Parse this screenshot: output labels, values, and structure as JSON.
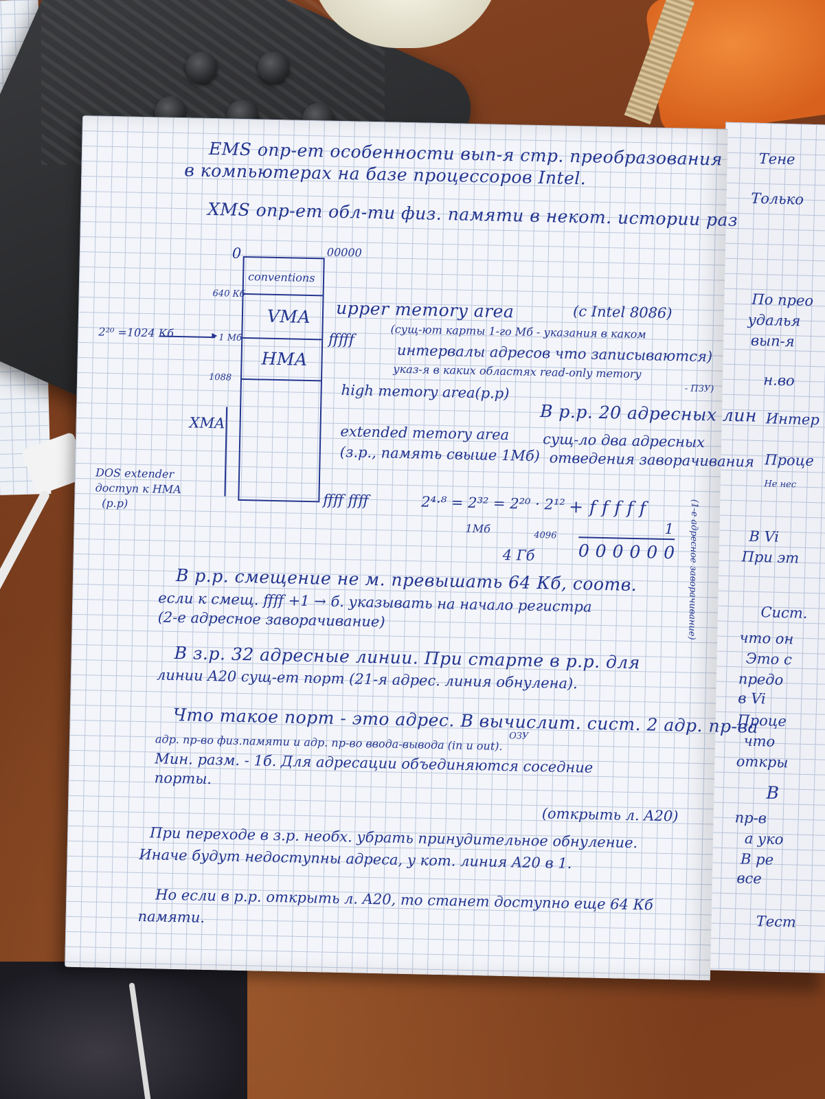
{
  "right_page": {
    "lines": [
      "Тене",
      "Только",
      "По прео",
      "удалья",
      "вып-я",
      "н.во",
      "Интер",
      "Проце",
      "Не нес",
      "В Vi",
      "При эт",
      "Сист.",
      "что он",
      "Это с",
      "предо",
      "в Vi",
      "Проце",
      "что",
      "откры",
      "В",
      "пр-в",
      "а уко",
      "В ре",
      "все",
      "Тест"
    ]
  },
  "notes": {
    "ems_line1": "EMS опр-ет особенности вып-я стр. преобразования",
    "ems_line2": "в компьютерах на базе процессоров Intel.",
    "xms_line": "XMS опр-ет обл-ти физ. памяти в некот. истории раз"
  },
  "memory_map": {
    "top_left": "0",
    "top_right": "00000",
    "regions": [
      "conventions",
      "VMA",
      "HMA"
    ],
    "addr_640": "640 Кб",
    "addr_1mb": "1 Мб",
    "addr_1088": "1088",
    "addr_fffff": "fffff",
    "addr_end": "ffff ffff",
    "left_formula": "2²⁰ =1024 Кб",
    "xma_label": "XMA",
    "dos_line1": "DOS extender",
    "dos_line2": "доступ к HMA",
    "dos_line3": "(р.р)"
  },
  "annotations": {
    "upper_memory": "upper memory area",
    "intel": "(с Intel 8086)",
    "uma_note1": "(сущ-ют карты 1-го Мб - указания в каком",
    "uma_note2": "интервалы адресов что записываются)",
    "uma_note3": "указ-я в каких областях read-only memory",
    "uma_note4": "- ПЗУ)",
    "high_memory": "high memory area(р.р)",
    "rr_line1": "В р.р. 20 адресных лин",
    "rr_line2": "сущ-ло два адресных",
    "rr_line3": "отведения заворачивания",
    "ext_line1": "extended memory area",
    "ext_line2": "(з.р., память свыше 1Мб)",
    "formula": "2⁴·⁸ = 2³² = 2²⁰ · 2¹²",
    "formula_1mb": "1Мб",
    "formula_4096": "4096",
    "formula_4gb": "4 Гб",
    "hex_add": "+ f f f f f",
    "hex_one": "1",
    "hex_result": "0 0 0 0 0 0",
    "vertical_note": "(1-е адресное заворачивание)"
  },
  "paragraphs": {
    "p1_l1": "В р.р. смещение не м. превышать 64 Кб, соотв.",
    "p1_l2": "если к смещ. ffff +1 → б. указывать на начало регистра",
    "p1_l3": "(2-е адресное заворачивание)",
    "p2_l1": "В з.р. 32 адресные линии. При старте в р.р. для",
    "p2_l2": "линии A20 сущ-ет порт (21-я адрес. линия обнулена).",
    "p3_l1": "Что такое порт - это адрес. В вычислит. сист. 2 адр. пр-ва",
    "p3_ozu": "ОЗУ",
    "p3_l2": "адр. пр-во физ.памяти и адр. пр-во ввода-вывода (in и out).",
    "p3_l3": "Мин. разм. - 1б. Для адресации объединяются соседние",
    "p3_l4": "порты.",
    "p4_open": "(открыть л. A20)",
    "p4_l1": "При переходе в з.р. необх. убрать принудительное обнуление.",
    "p4_l2": "Иначе будут недоступны адреса, у кот. линия A20 в 1.",
    "p5_l1": "Но если в р.р. открыть л. A20, то станет доступно еще 64 Кб",
    "p5_l2": "памяти."
  }
}
